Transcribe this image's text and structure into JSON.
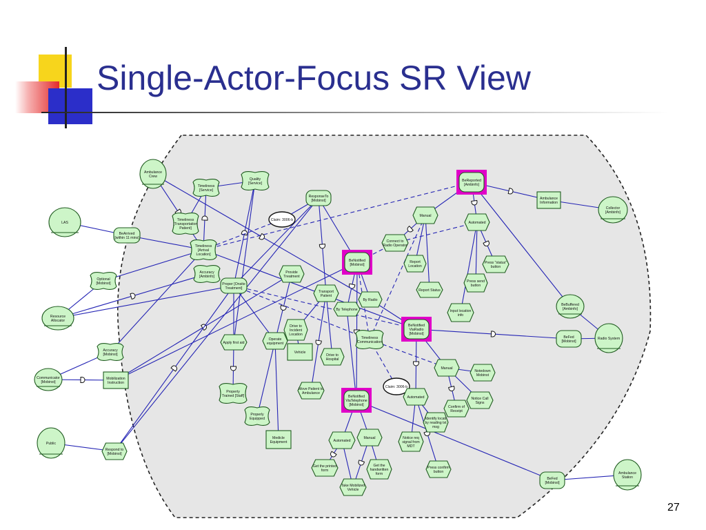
{
  "slide": {
    "title": "Single-Actor-Focus SR View",
    "page_number": "27"
  },
  "colors": {
    "title": "#2a2f8f",
    "node_fill": "#cdf5c8",
    "node_stroke": "#1f5a1f",
    "link": "#2323b4",
    "boundary_fill": "#e6e6e6",
    "highlight": "#e000c8"
  },
  "diagram": {
    "nodes": [
      {
        "id": "amb_crew",
        "shape": "actor",
        "label": [
          "Ambulance",
          "Crew"
        ]
      },
      {
        "id": "las",
        "shape": "actor",
        "label": [
          "LAS"
        ]
      },
      {
        "id": "collector",
        "shape": "actor",
        "label": [
          "Collector",
          "[Ambinfo]"
        ]
      },
      {
        "id": "res_alloc",
        "shape": "agent",
        "label": [
          "Resource",
          "Allocator"
        ]
      },
      {
        "id": "communicator",
        "shape": "agent",
        "label": [
          "Communicator",
          "[Mobinst]"
        ]
      },
      {
        "id": "public",
        "shape": "actor",
        "label": [
          "Public"
        ]
      },
      {
        "id": "bebuffered",
        "shape": "actor",
        "label": [
          "BeBuffered",
          "[Ambinfo]"
        ]
      },
      {
        "id": "radio_sys",
        "shape": "actor",
        "label": [
          "Radio System"
        ]
      },
      {
        "id": "amb_station",
        "shape": "actor",
        "label": [
          "Ambulance",
          "Station"
        ]
      },
      {
        "id": "timeliness_service",
        "shape": "softgoal",
        "label": [
          "Timeliness",
          "[Service]"
        ]
      },
      {
        "id": "quality_service",
        "shape": "softgoal",
        "label": [
          "Quality",
          "[Service]"
        ]
      },
      {
        "id": "timeliness_transport",
        "shape": "softgoal",
        "label": [
          "Timeliness",
          "[Transportation",
          "Patient]"
        ]
      },
      {
        "id": "timeliness_arrival",
        "shape": "softgoal",
        "label": [
          "Timeliness",
          "[Arrival",
          "Location]"
        ]
      },
      {
        "id": "accuracy_ambinfo",
        "shape": "softgoal",
        "label": [
          "Accuracy",
          "[Ambinfo]"
        ]
      },
      {
        "id": "optional_mobinst",
        "shape": "softgoal",
        "label": [
          "Optional",
          "[Mobinst]"
        ]
      },
      {
        "id": "accuracy_mobinst",
        "shape": "softgoal",
        "label": [
          "Accuracy",
          "[Mobinst]"
        ]
      },
      {
        "id": "property_trained",
        "shape": "softgoal",
        "label": [
          "Property",
          "Trained [Staff]"
        ]
      },
      {
        "id": "properly_equipped",
        "shape": "softgoal",
        "label": [
          "Properly",
          "Equipped"
        ]
      },
      {
        "id": "timeliness_comm",
        "shape": "softgoal",
        "label": [
          "Timeliness",
          "Communication"
        ]
      },
      {
        "id": "claim1",
        "shape": "claim",
        "label": [
          "Claim: 3006-b"
        ]
      },
      {
        "id": "claim2",
        "shape": "claim",
        "label": [
          "Claim: 3006-b"
        ]
      },
      {
        "id": "bearrived",
        "shape": "goal",
        "label": [
          "BeArrived",
          "[within 11 mins]"
        ]
      },
      {
        "id": "responseto",
        "shape": "goal",
        "label": [
          "ResponseTo",
          "[Mobinst]"
        ]
      },
      {
        "id": "proper_onsite",
        "shape": "goal",
        "label": [
          "Proper [Onsite",
          "Treatment]"
        ]
      },
      {
        "id": "benotified_top",
        "shape": "goal",
        "hl": true,
        "label": [
          "BeNotified",
          "[Mobinst]"
        ]
      },
      {
        "id": "benotified_radio",
        "shape": "goal",
        "hl": true,
        "label": [
          "BeNotified",
          "ViaRadio",
          "[Mobinst]"
        ]
      },
      {
        "id": "benotified_tel",
        "shape": "goal",
        "hl": true,
        "label": [
          "BeNotified",
          "ViaTelephone",
          "[Mobinst]"
        ]
      },
      {
        "id": "bereported",
        "shape": "goal",
        "hl": true,
        "label": [
          "BeReported",
          "[Ambinfo]"
        ]
      },
      {
        "id": "befed_right",
        "shape": "goal",
        "label": [
          "BeFed",
          "[Mobinst]"
        ]
      },
      {
        "id": "befed_bottom",
        "shape": "goal",
        "label": [
          "BeFed",
          "[Mobinst]"
        ]
      },
      {
        "id": "manual_top",
        "shape": "task",
        "label": [
          "Manual"
        ]
      },
      {
        "id": "automated_top",
        "shape": "task",
        "label": [
          "Automated"
        ]
      },
      {
        "id": "connect_radio",
        "shape": "task",
        "label": [
          "Connect to",
          "Radio Operator"
        ]
      },
      {
        "id": "report_location",
        "shape": "task",
        "label": [
          "Report",
          "Location"
        ]
      },
      {
        "id": "report_status",
        "shape": "task",
        "label": [
          "Report Status"
        ]
      },
      {
        "id": "press_status",
        "shape": "task",
        "label": [
          "Press \"status\"",
          "button"
        ]
      },
      {
        "id": "press_send",
        "shape": "task",
        "label": [
          "Press send",
          "button"
        ]
      },
      {
        "id": "input_location",
        "shape": "task",
        "label": [
          "Input location",
          "info"
        ]
      },
      {
        "id": "provide_treatment",
        "shape": "task",
        "label": [
          "Provide",
          "Treatment"
        ]
      },
      {
        "id": "transport_patient",
        "shape": "task",
        "label": [
          "Transport",
          "Patient"
        ]
      },
      {
        "id": "by_radio",
        "shape": "task",
        "label": [
          "By Radio"
        ]
      },
      {
        "id": "by_telephone",
        "shape": "task",
        "label": [
          "By Telephone"
        ]
      },
      {
        "id": "apply_firstaid",
        "shape": "task",
        "label": [
          "Apply first aid"
        ]
      },
      {
        "id": "operate_equip",
        "shape": "task",
        "label": [
          "Operate",
          "equipment"
        ]
      },
      {
        "id": "drive_incident",
        "shape": "task",
        "label": [
          "Drive to",
          "Incident",
          "Location"
        ]
      },
      {
        "id": "drive_hospital",
        "shape": "task",
        "label": [
          "Drive to",
          "Hospital"
        ]
      },
      {
        "id": "move_patient",
        "shape": "task",
        "label": [
          "Move Patient to",
          "Ambulance"
        ]
      },
      {
        "id": "manual_mid",
        "shape": "task",
        "label": [
          "Manual"
        ]
      },
      {
        "id": "notedown",
        "shape": "task",
        "label": [
          "Notedown",
          "Mobinst"
        ]
      },
      {
        "id": "notice_callsigns",
        "shape": "task",
        "label": [
          "Notice Call",
          "Signs"
        ]
      },
      {
        "id": "confirm_receipt",
        "shape": "task",
        "label": [
          "Confirm of",
          "Receipt"
        ]
      },
      {
        "id": "automated_mid",
        "shape": "task",
        "label": [
          "Automated"
        ]
      },
      {
        "id": "identify_locati",
        "shape": "task",
        "label": [
          "Identify locati",
          "by reading txt",
          "msg"
        ]
      },
      {
        "id": "notice_req",
        "shape": "task",
        "label": [
          "Notice req",
          "signal from",
          "MDT"
        ]
      },
      {
        "id": "press_confirm",
        "shape": "task",
        "label": [
          "Press confirm",
          "button"
        ]
      },
      {
        "id": "automated_low",
        "shape": "task",
        "label": [
          "Automated"
        ]
      },
      {
        "id": "manual_low",
        "shape": "task",
        "label": [
          "Manual"
        ]
      },
      {
        "id": "get_printed",
        "shape": "task",
        "label": [
          "Get the printed",
          "form"
        ]
      },
      {
        "id": "get_handwritten",
        "shape": "task",
        "label": [
          "Get the",
          "handwritten",
          "form"
        ]
      },
      {
        "id": "take_mobilized",
        "shape": "task",
        "label": [
          "Take Mobilized",
          "Vehicle"
        ]
      },
      {
        "id": "respond_to",
        "shape": "task",
        "label": [
          "Respond to",
          "[Mobinst]"
        ]
      },
      {
        "id": "amb_info",
        "shape": "resource",
        "label": [
          "Ambulance",
          "Information"
        ]
      },
      {
        "id": "mobilization",
        "shape": "resource",
        "label": [
          "Mobilization",
          "Instruction"
        ]
      },
      {
        "id": "vehicle",
        "shape": "resource",
        "label": [
          "Vehicle"
        ]
      },
      {
        "id": "medicle_equip",
        "shape": "resource",
        "label": [
          "Medicle",
          "Equipment"
        ]
      }
    ]
  }
}
